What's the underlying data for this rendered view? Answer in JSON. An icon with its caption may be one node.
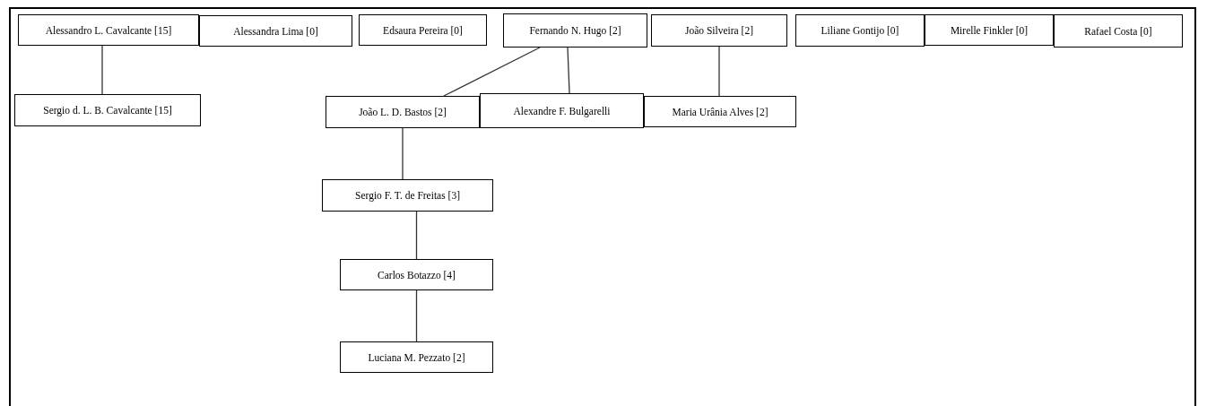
{
  "diagram": {
    "nodes": [
      {
        "text": [
          "Alessandro L. Cavalcante [15]"
        ]
      },
      {
        "text": [
          "Alessandra Lima [0]"
        ]
      },
      {
        "text": [
          "Edsaura Pereira [0]"
        ]
      },
      {
        "text": [
          "Fernando N. Hugo [2]"
        ]
      },
      {
        "text": [
          "João Silveira [2]"
        ]
      },
      {
        "text": [
          "Liliane Gontijo [0]"
        ]
      },
      {
        "text": [
          "Mirelle Finkler [0]"
        ]
      },
      {
        "text": [
          "Rafael Costa [0]"
        ]
      },
      {
        "text": [
          "Sergio d. L. B. Cavalcante [15]"
        ]
      },
      {
        "text": [
          "João L. D. Bastos [2]"
        ]
      },
      {
        "text": [
          "Alexandre F. Bulgarelli"
        ]
      },
      {
        "text": [
          "Maria Urânia Alves [2]"
        ]
      },
      {
        "text": [
          "Sergio F. T. de Freitas [3]"
        ]
      },
      {
        "text": [
          "Carlos Botazzo [4]"
        ]
      },
      {
        "text": [
          "Luciana M. Pezzato [2]"
        ]
      }
    ],
    "edges": [
      {
        "from": 0,
        "to": 8,
        "arrow": "none"
      },
      {
        "from": 3,
        "to": 9,
        "arrow": "none"
      },
      {
        "from": 3,
        "to": 10,
        "arrow": "none"
      },
      {
        "from": 4,
        "to": 11,
        "arrow": "none"
      },
      {
        "from": 9,
        "to": 12,
        "arrow": "none"
      },
      {
        "from": 12,
        "to": 13,
        "arrow": "none"
      },
      {
        "from": 13,
        "to": 14,
        "arrow": "none"
      }
    ]
  }
}
